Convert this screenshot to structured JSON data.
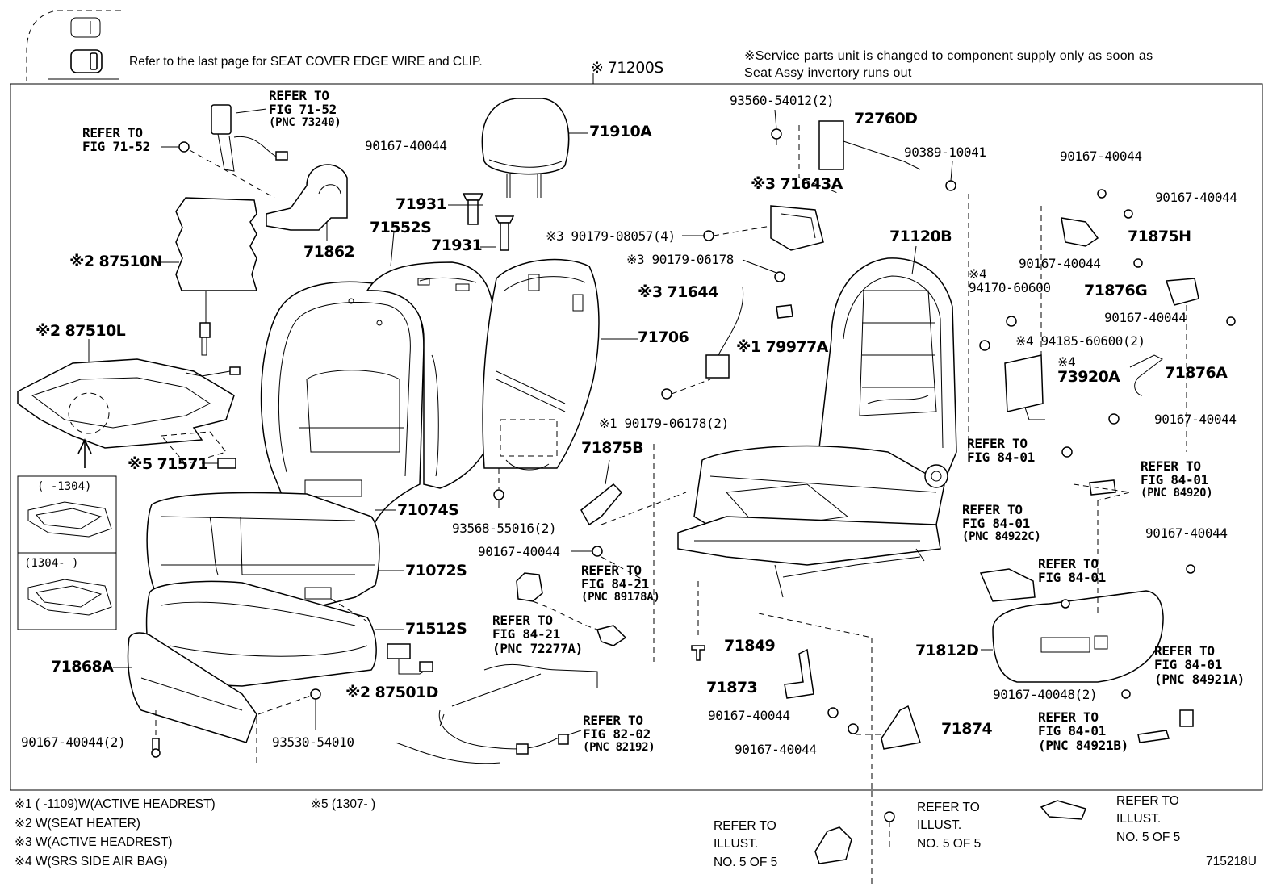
{
  "header": {
    "edge_wire_note": "Refer to the last page for SEAT COVER EDGE WIRE and CLIP.",
    "assy_label": "※ 71200S",
    "service_note_line1": "※Service parts unit is changed to component supply only as soon as",
    "service_note_line2": "Seat Assy invertory runs out"
  },
  "callouts": [
    {
      "id": "c1",
      "lines": [
        "REFER TO",
        "FIG 71-52"
      ],
      "pnc": "(PNC 73240)"
    },
    {
      "id": "c2",
      "lines": [
        "REFER TO",
        "FIG 71-52"
      ]
    },
    {
      "id": "c3",
      "lines": [
        "90167-40044"
      ]
    },
    {
      "id": "c4",
      "lines": [
        "71910A"
      ]
    },
    {
      "id": "c5",
      "lines": [
        "71931"
      ]
    },
    {
      "id": "c6",
      "lines": [
        "71931"
      ]
    },
    {
      "id": "c7",
      "lines": [
        "71552S"
      ]
    },
    {
      "id": "c8",
      "lines": [
        "71862"
      ]
    },
    {
      "id": "c9",
      "lines": [
        "※2 87510N"
      ]
    },
    {
      "id": "c10",
      "lines": [
        "※2 87510L"
      ]
    },
    {
      "id": "c11",
      "lines": [
        "※5 71571"
      ]
    },
    {
      "id": "c12",
      "lines": [
        "71706"
      ]
    },
    {
      "id": "c13",
      "lines": [
        "71074S"
      ]
    },
    {
      "id": "c14",
      "lines": [
        "71072S"
      ]
    },
    {
      "id": "c15",
      "lines": [
        "71512S"
      ]
    },
    {
      "id": "c16",
      "lines": [
        "71868A"
      ]
    },
    {
      "id": "c17",
      "lines": [
        "90167-40044(2)"
      ]
    },
    {
      "id": "c18",
      "lines": [
        "93530-54010"
      ]
    },
    {
      "id": "c19",
      "lines": [
        "※2 87501D"
      ]
    },
    {
      "id": "c20",
      "lines": [
        "93568-55016(2)"
      ]
    },
    {
      "id": "c21",
      "lines": [
        "90167-40044"
      ]
    },
    {
      "id": "c22",
      "lines": [
        "71875B"
      ]
    },
    {
      "id": "c23",
      "lines": [
        "REFER TO",
        "FIG 84-21"
      ],
      "pnc": "(PNC 89178A)"
    },
    {
      "id": "c24",
      "lines": [
        "REFER TO",
        "FIG 84-21"
      ],
      "pnc": "(PNC 72277A)"
    },
    {
      "id": "c25",
      "lines": [
        "REFER TO",
        "FIG 82-02"
      ],
      "pnc": "(PNC 82192)"
    },
    {
      "id": "c26",
      "lines": [
        "93560-54012(2)"
      ]
    },
    {
      "id": "c27",
      "lines": [
        "72760D"
      ]
    },
    {
      "id": "c28",
      "lines": [
        "90389-10041"
      ]
    },
    {
      "id": "c29",
      "lines": [
        "※3 71643A"
      ]
    },
    {
      "id": "c30",
      "lines": [
        "※3 90179-08057(4)"
      ]
    },
    {
      "id": "c31",
      "lines": [
        "※3 90179-06178"
      ]
    },
    {
      "id": "c32",
      "lines": [
        "※3 71644"
      ]
    },
    {
      "id": "c33",
      "lines": [
        "※1 79977A"
      ]
    },
    {
      "id": "c34",
      "lines": [
        "※1 90179-06178(2)"
      ]
    },
    {
      "id": "c35",
      "lines": [
        "71120B"
      ]
    },
    {
      "id": "c36",
      "lines": [
        "※4",
        "94170-60600"
      ]
    },
    {
      "id": "c37",
      "lines": [
        "※4 94185-60600(2)"
      ]
    },
    {
      "id": "c38",
      "lines": [
        "※4"
      ]
    },
    {
      "id": "c39",
      "lines": [
        "73920A"
      ]
    },
    {
      "id": "c40",
      "lines": [
        "71876A"
      ]
    },
    {
      "id": "c41",
      "lines": [
        "90167-40044"
      ]
    },
    {
      "id": "c42",
      "lines": [
        "90167-40044"
      ]
    },
    {
      "id": "c43",
      "lines": [
        "71875H"
      ]
    },
    {
      "id": "c44",
      "lines": [
        "90167-40044"
      ]
    },
    {
      "id": "c45",
      "lines": [
        "71876G"
      ]
    },
    {
      "id": "c46",
      "lines": [
        "90167-40044"
      ]
    },
    {
      "id": "c47",
      "lines": [
        "90167-40044"
      ]
    },
    {
      "id": "c48",
      "lines": [
        "REFER TO",
        "FIG 84-01"
      ]
    },
    {
      "id": "c49",
      "lines": [
        "REFER TO",
        "FIG 84-01"
      ],
      "pnc": "(PNC 84920)"
    },
    {
      "id": "c50",
      "lines": [
        "REFER TO",
        "FIG 84-01"
      ],
      "pnc": "(PNC 84922C)"
    },
    {
      "id": "c51",
      "lines": [
        "REFER TO",
        "FIG 84-01"
      ]
    },
    {
      "id": "c52",
      "lines": [
        "90167-40044"
      ]
    },
    {
      "id": "c53",
      "lines": [
        "71812D"
      ]
    },
    {
      "id": "c54",
      "lines": [
        "REFER TO",
        "FIG 84-01"
      ],
      "pnc": "(PNC 84921A)"
    },
    {
      "id": "c55",
      "lines": [
        "90167-40048(2)"
      ]
    },
    {
      "id": "c56",
      "lines": [
        "REFER TO",
        "FIG 84-01"
      ],
      "pnc": "(PNC 84921B)"
    },
    {
      "id": "c57",
      "lines": [
        "71849"
      ]
    },
    {
      "id": "c58",
      "lines": [
        "71873"
      ]
    },
    {
      "id": "c59",
      "lines": [
        "90167-40044"
      ]
    },
    {
      "id": "c60",
      "lines": [
        "90167-40044"
      ]
    },
    {
      "id": "c61",
      "lines": [
        "71874"
      ]
    }
  ],
  "inset": {
    "top_label": "(    -1304)",
    "bottom_label": "(1304-     )"
  },
  "footnotes": {
    "n1": "※1 (     -1109)W(ACTIVE HEADREST)",
    "n5": "※5 (1307-       )",
    "n2": "※2 W(SEAT HEATER)",
    "n3": "※3 W(ACTIVE HEADREST)",
    "n4": "※4 W(SRS SIDE AIR BAG)"
  },
  "bottom_refs": [
    {
      "id": "b1",
      "lines": [
        "REFER TO",
        "ILLUST.",
        "NO. 5 OF 5"
      ]
    },
    {
      "id": "b2",
      "lines": [
        "REFER TO",
        "ILLUST.",
        "NO. 5 OF 5"
      ]
    },
    {
      "id": "b3",
      "lines": [
        "REFER TO",
        "ILLUST.",
        "NO. 5 OF 5"
      ]
    }
  ],
  "diagram_code": "715218U"
}
